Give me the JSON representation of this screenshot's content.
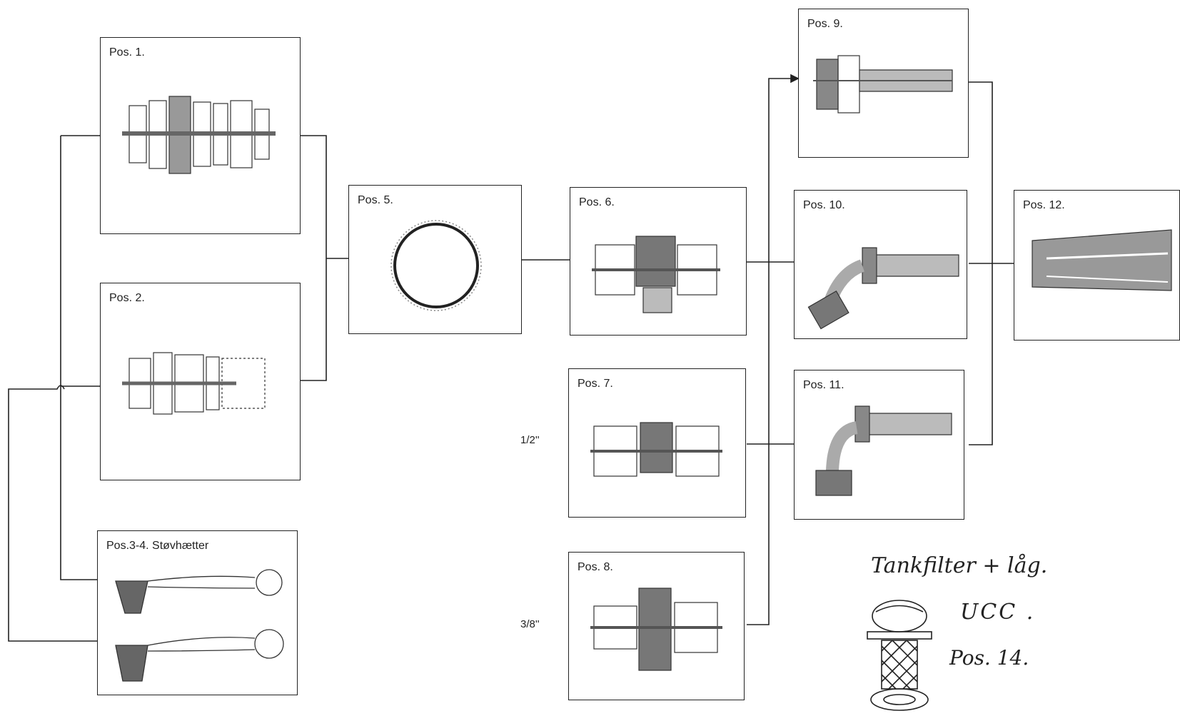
{
  "positions": {
    "pos1": "Pos. 1.",
    "pos2": "Pos. 2.",
    "pos34": "Pos.3-4. Støvhætter",
    "pos5": "Pos. 5.",
    "pos6": "Pos. 6.",
    "pos7": "Pos. 7.",
    "pos8": "Pos. 8.",
    "pos9": "Pos. 9.",
    "pos10": "Pos. 10.",
    "pos11": "Pos. 11.",
    "pos12": "Pos. 12."
  },
  "sizes": {
    "half_inch": "1/2''",
    "three_eighths_inch": "3/8''"
  },
  "handwritten": {
    "line1": "Tankfilter + låg.",
    "line2": "UCC .",
    "line3": "Pos. 14."
  }
}
